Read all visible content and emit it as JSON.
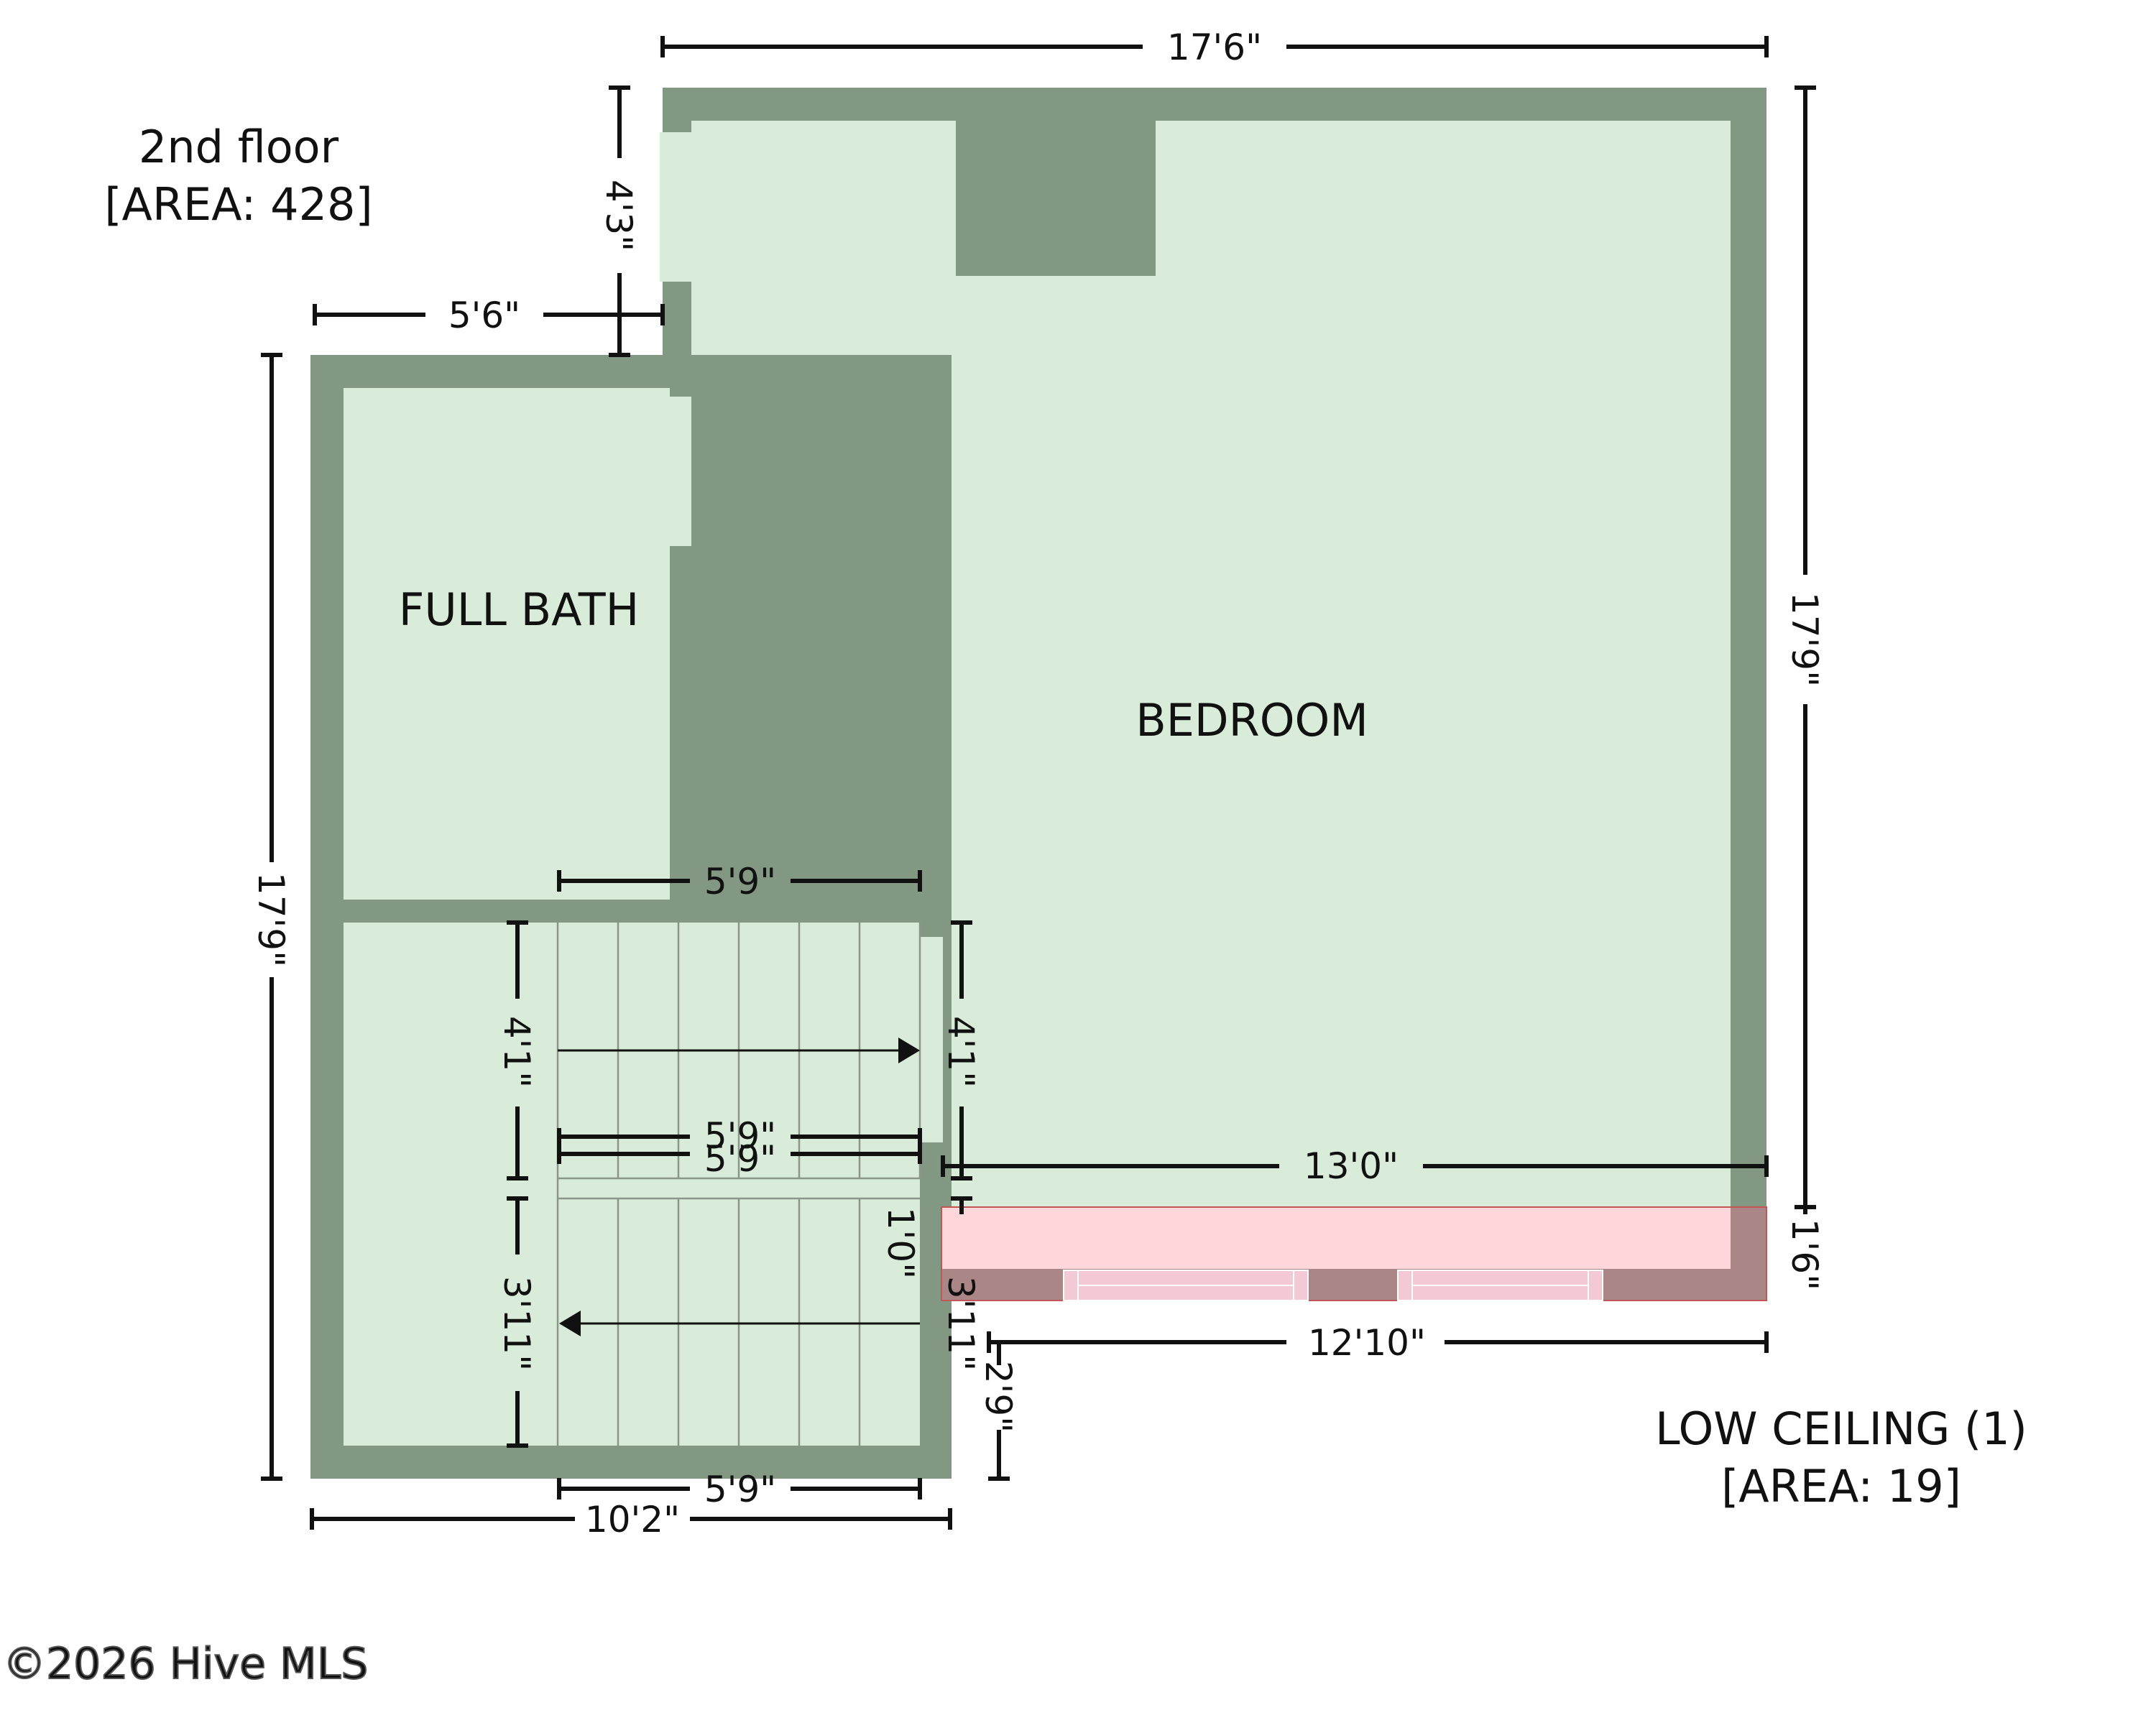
{
  "floor": {
    "name": "2nd floor",
    "area": "[AREA: 428]"
  },
  "rooms": {
    "bedroom": "BEDROOM",
    "full_bath": "FULL BATH"
  },
  "low_ceiling": {
    "name": "LOW CEILING (1)",
    "area": "[AREA: 19]"
  },
  "dimensions": {
    "top_width": "17'6\"",
    "closet_height": "4'3\"",
    "bath_offset": "5'6\"",
    "left_height": "17'9\"",
    "right_height": "17'9\"",
    "stair_top_width": "5'9\"",
    "stair_upper_left": "4'1\"",
    "stair_upper_right": "4'1\"",
    "landing_width_a": "5'9\"",
    "landing_width_b": "5'9\"",
    "bedroom_bottom": "13'0\"",
    "landing_depth": "1'0\"",
    "stair_lower_left": "3'11\"",
    "stair_lower_right": "3'11\"",
    "low_ceiling_depth": "1'6\"",
    "low_ceiling_width": "12'10\"",
    "step_right": "2'9\"",
    "stair_bottom_width": "5'9\"",
    "bottom_width": "10'2\""
  },
  "copyright": "©2026 Hive MLS",
  "colors": {
    "wall": "#839883",
    "floor": "#d9ecd9",
    "low_ceiling_fill": "#ffd6da",
    "low_ceiling_wall": "#aa8686",
    "window": "#f4c9d6",
    "text": "#111111"
  }
}
